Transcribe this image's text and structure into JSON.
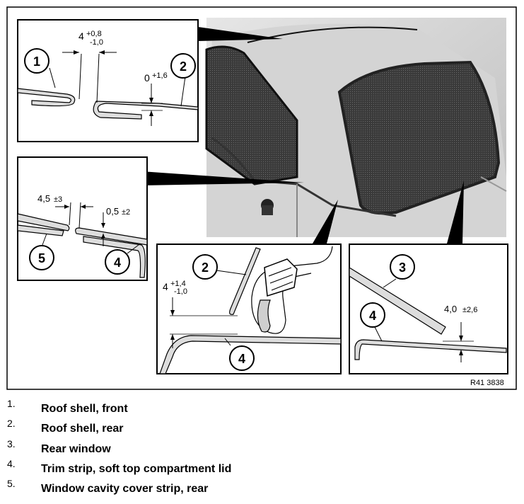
{
  "figure": {
    "callouts": {
      "c1": "1",
      "c2": "2",
      "c3": "3",
      "c4": "4",
      "c5": "5"
    },
    "dimensions": {
      "d1_main": "4",
      "d1_upper": "+0,8",
      "d1_lower": "-1,0",
      "d2_main": "0",
      "d2_tol": "+1,6",
      "d3_main": "4,5",
      "d3_tol": "±3",
      "d4_main": "0,5",
      "d4_tol": "±2",
      "d5_main": "4",
      "d5_upper": "+1,4",
      "d5_lower": "-1,0",
      "d6_main": "4,0",
      "d6_tol": "±2,6"
    },
    "reference_code": "R41 3838"
  },
  "legend": [
    {
      "number": "1.",
      "text": "Roof shell, front"
    },
    {
      "number": "2.",
      "text": "Roof shell, rear"
    },
    {
      "number": "3.",
      "text": "Rear window"
    },
    {
      "number": "4.",
      "text": "Trim strip, soft top compartment lid"
    },
    {
      "number": "5.",
      "text": "Window cavity cover strip, rear"
    }
  ]
}
